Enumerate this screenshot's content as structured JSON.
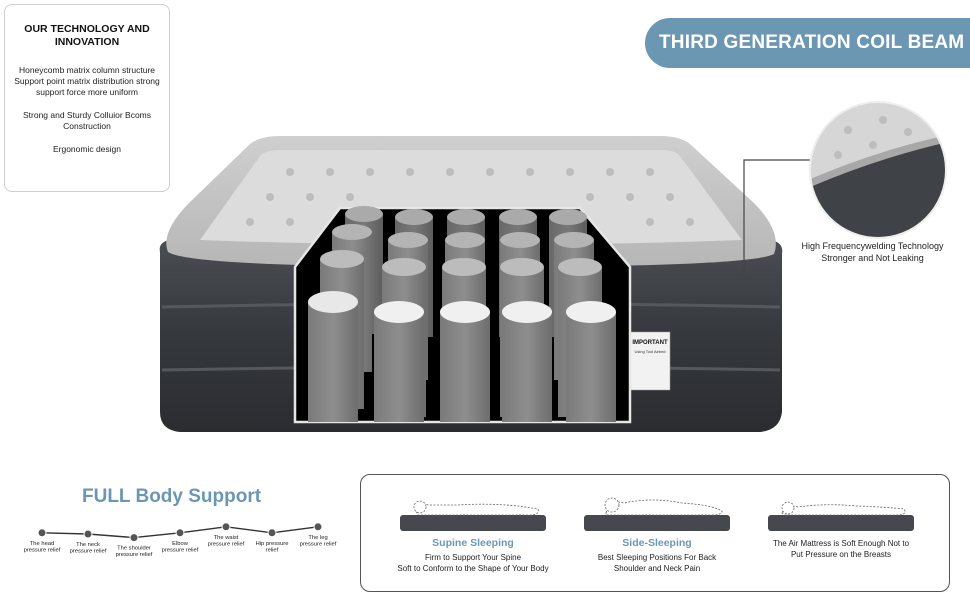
{
  "info_box": {
    "title": "OUR TECHNOLOGY AND INNOVATION",
    "paragraphs": [
      "Honeycomb matrix column structure Support point matrix distribution strong support force more uniform",
      "Strong and Sturdy Colluior Bcoms Construction",
      "Ergonomic design"
    ]
  },
  "banner": {
    "text": "THIRD GENERATION COIL BEAM"
  },
  "label_tag": {
    "line1": "IMPORTANT",
    "line2": "Using Tool Airbed"
  },
  "weld": {
    "text": "High Frequencywelding Technology Stronger and Not Leaking"
  },
  "full_body": {
    "title": "FULL Body Support",
    "points": [
      {
        "line1": "The head",
        "line2": "pressure relief",
        "level": 0.55
      },
      {
        "line1": "The neck",
        "line2": "pressure relief",
        "level": 0.5
      },
      {
        "line1": "The shoulder",
        "line2": "pressure relief",
        "level": 0.35
      },
      {
        "line1": "Elbow",
        "line2": "pressure relief",
        "level": 0.55
      },
      {
        "line1": "The waist",
        "line2": "pressure relief",
        "level": 0.8
      },
      {
        "line1": "Hip pressure",
        "line2": "relief",
        "level": 0.55
      },
      {
        "line1": "The leg",
        "line2": "pressure relief",
        "level": 0.8
      }
    ]
  },
  "sleep_positions": [
    {
      "label": "Supine Sleeping",
      "desc1": "Firm to Support Your Spine",
      "desc2": "Soft to Conform to the Shape of Your Body"
    },
    {
      "label": "Side-Sleeping",
      "desc1": "Best Sleeping Positions For Back",
      "desc2": "Shoulder and Neck Pain"
    },
    {
      "label": "",
      "desc1": "The Air Mattress is Soft Enough Not to",
      "desc2": "Put Pressure on the Breasts"
    }
  ]
}
